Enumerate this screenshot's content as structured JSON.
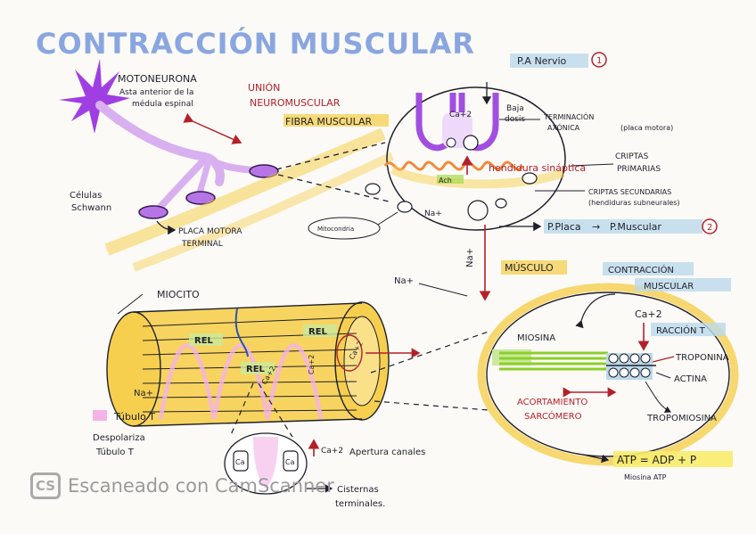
{
  "title": "CONTRACCIÓN MUSCULAR",
  "labels": {
    "motoneurona": "MOTONEURONA",
    "asta": "Asta anterior de la",
    "medula": "médula espinal",
    "union1": "UNIÓN",
    "union2": "NEUROMUSCULAR",
    "fibra": "FIBRA MUSCULAR",
    "celulas1": "Células",
    "celulas2": "Schwann",
    "placa1": "PLACA MOTORA",
    "placa2": "TERMINAL",
    "pa_nervio": "P.A Nervio",
    "step1": "1",
    "ca2_top": "Ca+2",
    "baja1": "Baja",
    "baja2": "dosis",
    "terminacion1": "TERMINACIÓN",
    "terminacion2": "AXÓNICA",
    "placa_motora_paren": "(placa motora)",
    "hendidura": "hendidura sináptica",
    "criptas1": "CRIPTAS",
    "criptas2": "PRIMARIAS",
    "criptas_sec1": "CRIPTAS SECUNDARIAS",
    "criptas_sec2": "(hendiduras subneurales)",
    "mitocondria": "Mitocondria",
    "ach": "Ach",
    "na_syn": "Na+",
    "p_placa": "P.Placa",
    "p_muscular": "P.Muscular",
    "step2": "2",
    "na_vertical": "Na+",
    "na_left": "Na+",
    "musculo": "MÚSCULO",
    "miocito": "MIOCITO",
    "rel1": "REL",
    "rel2": "REL",
    "rel3": "REL",
    "ca_cyl": "Ca+2",
    "ca_cyl2": "Ca+2",
    "ca_cyl3": "Ca+2",
    "na_bottom": "Na+",
    "tubulo": "Túbulo T",
    "despolariza1": "Despolariza",
    "despolariza2": "Túbulo T",
    "ca_circle1": "Ca",
    "ca_circle2": "Ca",
    "apertura_ca": "Ca+2",
    "apertura": "Apertura canales",
    "cisternas1": "Cisternas",
    "cisternas2": "terminales.",
    "contraccion1": "CONTRACCIÓN",
    "contraccion2": "MUSCULAR",
    "ca_contr": "Ca+2",
    "raccion": "RACCIÓN T",
    "miosina": "MIOSINA",
    "troponina": "TROPONINA",
    "actina": "ACTINA",
    "acortamiento1": "ACORTAMIENTO",
    "acortamiento2": "SARCÓMERO",
    "tropomiosina": "TROPOMIOSINA",
    "atp": "ATP = ADP + P",
    "atp_note": "Miosina ATP"
  },
  "footer": {
    "logo": "CS",
    "text": "Escaneado con CamScanner"
  },
  "colors": {
    "title": "#8aa6e0",
    "ink": "#1f1f2a",
    "red": "#b3202a",
    "yellow": "#f6cf4e",
    "purple": "#b675e6",
    "pink": "#f4b3e6",
    "green": "#a6d94d",
    "blue": "#bcd9ea",
    "orange": "#f08a3a"
  }
}
